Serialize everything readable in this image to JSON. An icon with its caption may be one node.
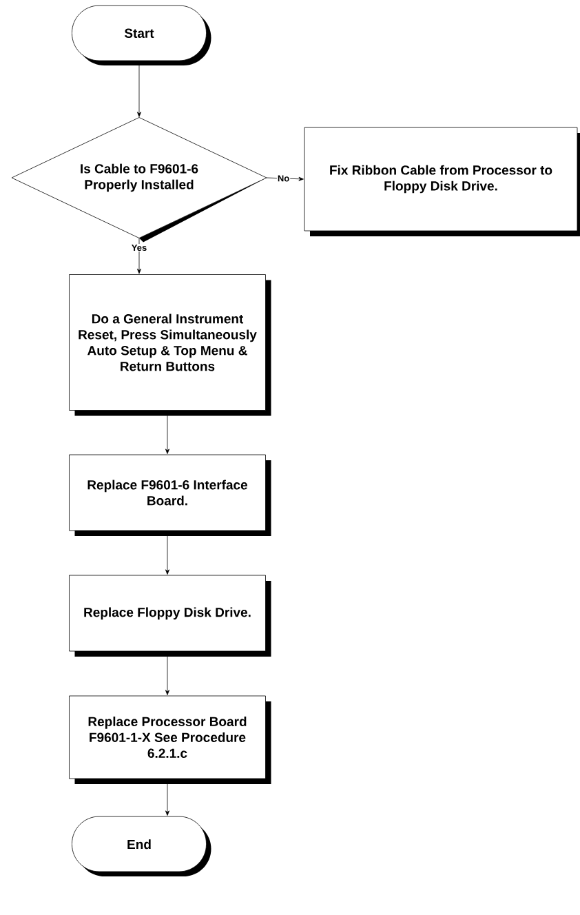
{
  "diagram": {
    "nodes": [
      {
        "text": [
          "Start"
        ]
      },
      {
        "text": [
          "Is Cable to F9601-6 Properly Installed"
        ]
      },
      {
        "text": [
          "Fix Ribbon Cable from Processor to Floppy Disk Drive."
        ]
      },
      {
        "text": [
          "Do a General Instrument Reset, Press Simultaneously Auto Setup & Top Menu & Return Buttons"
        ]
      },
      {
        "text": [
          "Replace F9601-6 Interface Board."
        ]
      },
      {
        "text": [
          "Replace Floppy Disk Drive."
        ]
      },
      {
        "text": [
          "Replace Processor Board F9601-1-X See Procedure 6.2.1.c"
        ]
      },
      {
        "text": [
          "End"
        ]
      }
    ],
    "edges": [
      {
        "from": 0,
        "to": 1,
        "arrow": "to"
      },
      {
        "from": 1,
        "to": 2,
        "arrow": "to",
        "label": "No"
      },
      {
        "from": 1,
        "to": 3,
        "arrow": "to",
        "label": "Yes"
      },
      {
        "from": 3,
        "to": 4,
        "arrow": "to"
      },
      {
        "from": 4,
        "to": 5,
        "arrow": "to"
      },
      {
        "from": 5,
        "to": 6,
        "arrow": "to"
      },
      {
        "from": 6,
        "to": 7,
        "arrow": "to"
      }
    ]
  }
}
